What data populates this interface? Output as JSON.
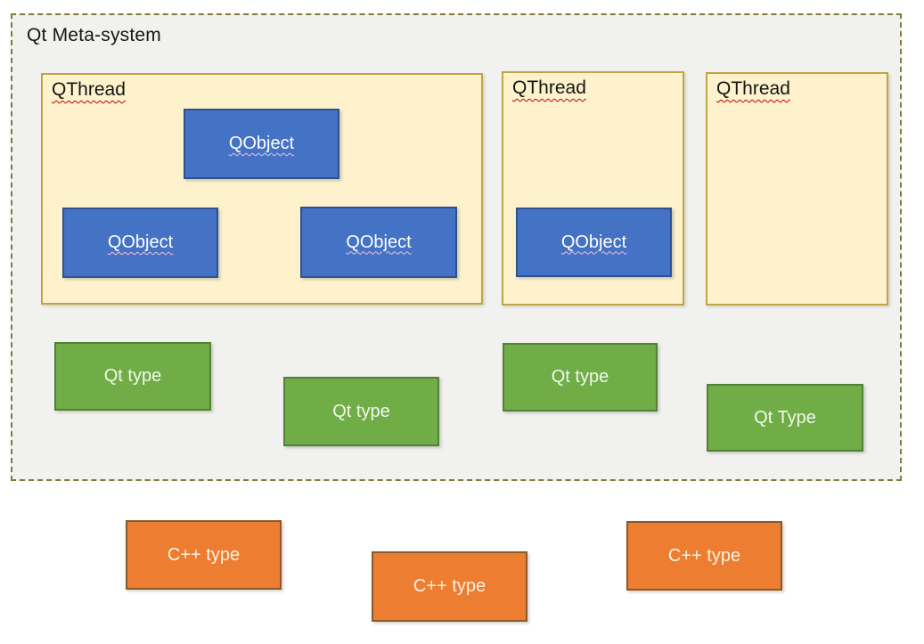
{
  "title": "Qt Meta-system",
  "palette": {
    "container_bg": "#f1f1ef",
    "container_border_dashed": "#837a39",
    "thread_bg": "#fdf2cc",
    "thread_border": "#bfa444",
    "qobject_bg": "#4472c4",
    "qobject_border": "#2f528f",
    "qobject_text": "#ffffff",
    "qt_type_bg": "#70ad47",
    "qt_type_border": "#538135",
    "cpp_type_bg": "#ed7d31",
    "cpp_type_border": "#8a5a28",
    "spellcheck_squiggle_on_light": "#c00000",
    "spellcheck_squiggle_on_blue": "#f2c2dc"
  },
  "threads": [
    {
      "label": "QThread",
      "objects": [
        {
          "label": "QObject"
        },
        {
          "label": "QObject"
        },
        {
          "label": "QObject"
        }
      ]
    },
    {
      "label": "QThread",
      "objects": [
        {
          "label": "QObject"
        }
      ]
    },
    {
      "label": "QThread",
      "objects": []
    }
  ],
  "qt_types": [
    {
      "label": "Qt type"
    },
    {
      "label": "Qt type"
    },
    {
      "label": "Qt type"
    },
    {
      "label": "Qt Type"
    }
  ],
  "cpp_types": [
    {
      "label": "C++ type"
    },
    {
      "label": "C++ type"
    },
    {
      "label": "C++ type"
    }
  ]
}
